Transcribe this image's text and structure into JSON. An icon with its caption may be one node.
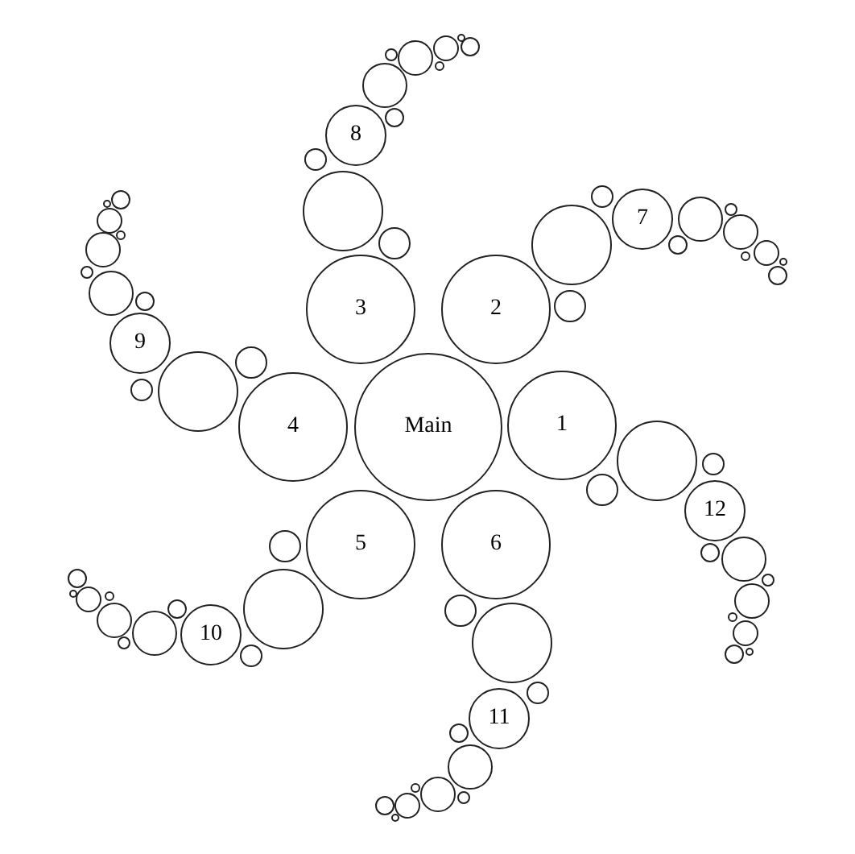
{
  "diagram": {
    "nodes": [
      {
        "text": [
          "Main"
        ]
      },
      {
        "text": [
          "1"
        ]
      },
      {
        "text": [
          "2"
        ]
      },
      {
        "text": [
          "3"
        ]
      },
      {
        "text": [
          "4"
        ]
      },
      {
        "text": [
          "5"
        ]
      },
      {
        "text": [
          "6"
        ]
      },
      {
        "text": [
          "7"
        ]
      },
      {
        "text": [
          "8"
        ]
      },
      {
        "text": [
          "9"
        ]
      },
      {
        "text": [
          "10"
        ]
      },
      {
        "text": [
          "11"
        ]
      },
      {
        "text": [
          "12"
        ]
      },
      {
        "text": [],
        "shape": "circle"
      },
      {
        "text": [],
        "shape": "circle"
      },
      {
        "text": [],
        "shape": "circle"
      },
      {
        "text": [],
        "shape": "circle"
      },
      {
        "text": [],
        "shape": "circle"
      },
      {
        "text": [],
        "shape": "circle"
      },
      {
        "text": [],
        "shape": "circle"
      },
      {
        "text": [],
        "shape": "circle"
      },
      {
        "text": [],
        "shape": "circle"
      },
      {
        "text": [],
        "shape": "circle"
      },
      {
        "text": [],
        "shape": "circle"
      },
      {
        "text": [],
        "shape": "circle"
      },
      {
        "text": [],
        "shape": "circle"
      },
      {
        "text": [],
        "shape": "circle"
      },
      {
        "text": [],
        "shape": "circle"
      },
      {
        "text": [],
        "shape": "circle"
      },
      {
        "text": [],
        "shape": "circle"
      },
      {
        "text": [],
        "shape": "circle"
      },
      {
        "text": [],
        "shape": "circle"
      },
      {
        "text": [],
        "shape": "circle"
      },
      {
        "text": [],
        "shape": "circle"
      },
      {
        "text": [],
        "shape": "circle"
      },
      {
        "text": [],
        "shape": "circle"
      },
      {
        "text": [],
        "shape": "circle"
      },
      {
        "text": [],
        "shape": "circle"
      },
      {
        "text": [],
        "shape": "circle"
      },
      {
        "text": [],
        "shape": "circle"
      },
      {
        "text": [],
        "shape": "circle"
      },
      {
        "text": [],
        "shape": "circle"
      },
      {
        "text": [],
        "shape": "circle"
      },
      {
        "text": [],
        "shape": "circle"
      },
      {
        "text": [],
        "shape": "circle"
      },
      {
        "text": [],
        "shape": "circle"
      },
      {
        "text": [],
        "shape": "circle"
      },
      {
        "text": [],
        "shape": "circle"
      },
      {
        "text": [],
        "shape": "circle"
      },
      {
        "text": [],
        "shape": "circle"
      },
      {
        "text": [],
        "shape": "circle"
      },
      {
        "text": [],
        "shape": "circle"
      },
      {
        "text": [],
        "shape": "circle"
      },
      {
        "text": [],
        "shape": "circle"
      },
      {
        "text": [],
        "shape": "circle"
      },
      {
        "text": [],
        "shape": "circle"
      },
      {
        "text": [],
        "shape": "circle"
      },
      {
        "text": [],
        "shape": "circle"
      },
      {
        "text": [],
        "shape": "circle"
      },
      {
        "text": [],
        "shape": "circle"
      },
      {
        "text": [],
        "shape": "circle"
      },
      {
        "text": [],
        "shape": "circle"
      },
      {
        "text": [],
        "shape": "circle"
      },
      {
        "text": [],
        "shape": "circle"
      },
      {
        "text": [],
        "shape": "circle"
      },
      {
        "text": [],
        "shape": "circle"
      },
      {
        "text": [],
        "shape": "circle"
      },
      {
        "text": [],
        "shape": "circle"
      },
      {
        "text": [],
        "shape": "circle"
      },
      {
        "text": [],
        "shape": "circle"
      },
      {
        "text": [],
        "shape": "circle"
      },
      {
        "text": [],
        "shape": "circle"
      },
      {
        "text": [],
        "shape": "circle"
      },
      {
        "text": [],
        "shape": "circle"
      },
      {
        "text": [],
        "shape": "circle"
      },
      {
        "text": [],
        "shape": "circle"
      },
      {
        "text": [],
        "shape": "circle"
      },
      {
        "text": [],
        "shape": "circle"
      },
      {
        "text": [],
        "shape": "circle"
      }
    ]
  }
}
